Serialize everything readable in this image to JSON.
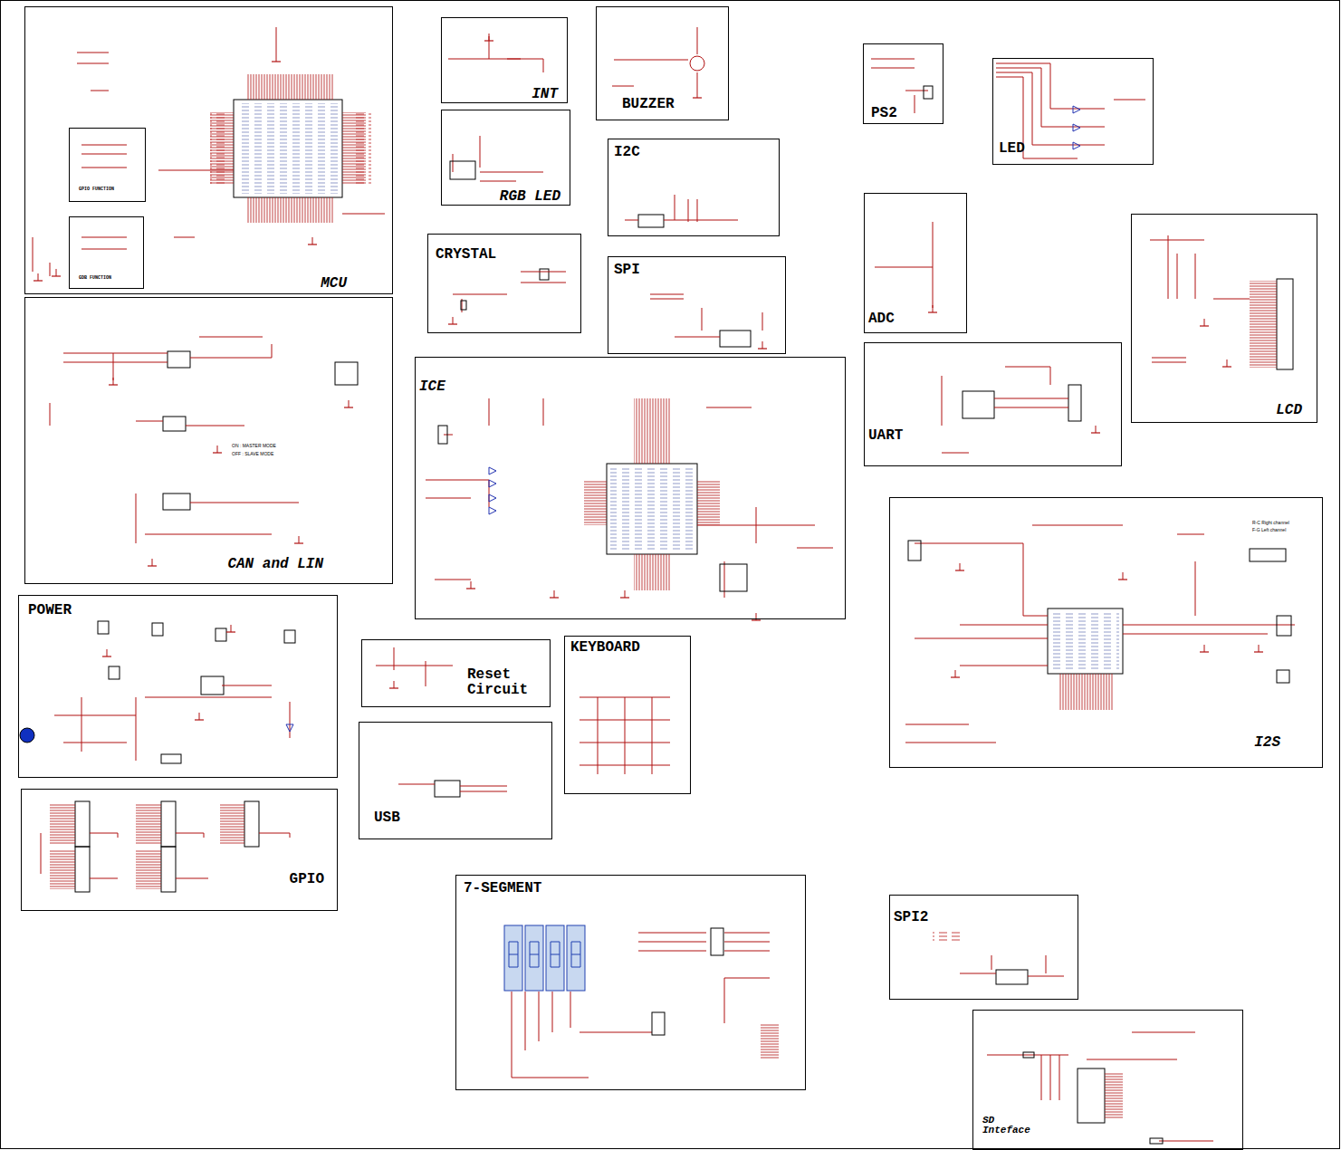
{
  "diagram": {
    "nodes": [
      {
        "text": [
          "MCU"
        ]
      },
      {
        "text": [
          "GPIO FUNCTION"
        ],
        "in": 0
      },
      {
        "text": [
          "GDB FUNCTION"
        ],
        "in": 0
      },
      {
        "text": [
          "INT"
        ]
      },
      {
        "text": [
          "BUZZER"
        ]
      },
      {
        "text": [
          "PS2"
        ]
      },
      {
        "text": [
          "LED"
        ]
      },
      {
        "text": [
          "RGB LED"
        ]
      },
      {
        "text": [
          "I2C"
        ]
      },
      {
        "text": [
          "CRYSTAL"
        ]
      },
      {
        "text": [
          "SPI"
        ]
      },
      {
        "text": [
          "ADC"
        ]
      },
      {
        "text": [
          "LCD"
        ]
      },
      {
        "text": [
          "CAN and LIN"
        ]
      },
      {
        "text": [
          "ICE"
        ]
      },
      {
        "text": [
          "UART"
        ]
      },
      {
        "text": [
          "I2S"
        ]
      },
      {
        "text": [
          "POWER"
        ]
      },
      {
        "text": [
          "Reset Circuit"
        ]
      },
      {
        "text": [
          "KEYBOARD"
        ]
      },
      {
        "text": [
          "USB"
        ]
      },
      {
        "text": [
          "GPIO"
        ]
      },
      {
        "text": [
          "7-SEGMENT"
        ]
      },
      {
        "text": [
          "SPI2"
        ]
      },
      {
        "text": [
          "SD Inteface"
        ]
      }
    ],
    "labels": [
      "ON : MASTER MODE",
      "OFF : SLAVE MODE",
      "R-C Right channel",
      "F-G Left channel"
    ]
  }
}
